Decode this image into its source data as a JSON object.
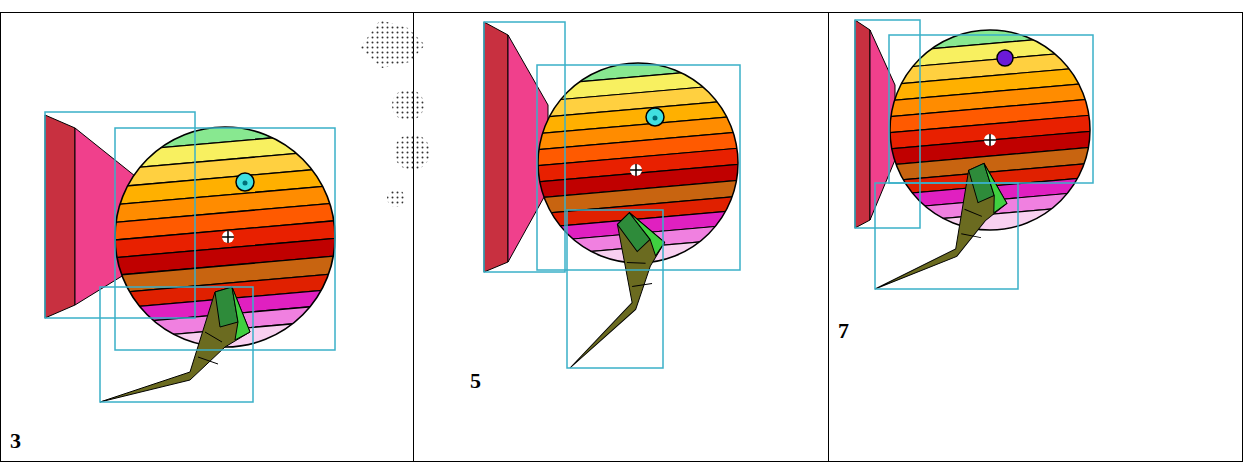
{
  "diagram": {
    "labels": [
      "3",
      "5",
      "7"
    ]
  }
}
